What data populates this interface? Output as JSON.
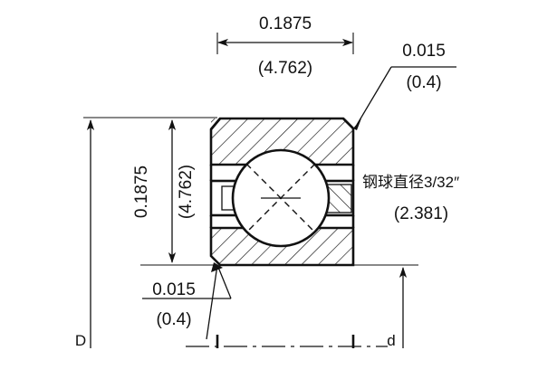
{
  "drawing": {
    "title": "Thin section ball bearing cross-section",
    "background_color": "#ffffff",
    "line_color": "#111111"
  },
  "dimensions": {
    "top_width": {
      "inch": "0.1875",
      "mm": "(4.762)"
    },
    "left_height": {
      "inch": "0.1875",
      "mm": "(4.762)"
    },
    "chamfer_top_right": {
      "inch": "0.015",
      "mm": "(0.4)"
    },
    "chamfer_bottom_left": {
      "inch": "0.015",
      "mm": "(0.4)"
    }
  },
  "notes": {
    "ball_diameter": {
      "text": "钢球直径3/32″",
      "mm": "(2.381)"
    }
  },
  "labels": {
    "outer_diameter": "D",
    "inner_diameter": "d"
  },
  "icons": {
    "arrow": "arrow-head",
    "leader": "leader-line",
    "centerline": "center-line"
  }
}
